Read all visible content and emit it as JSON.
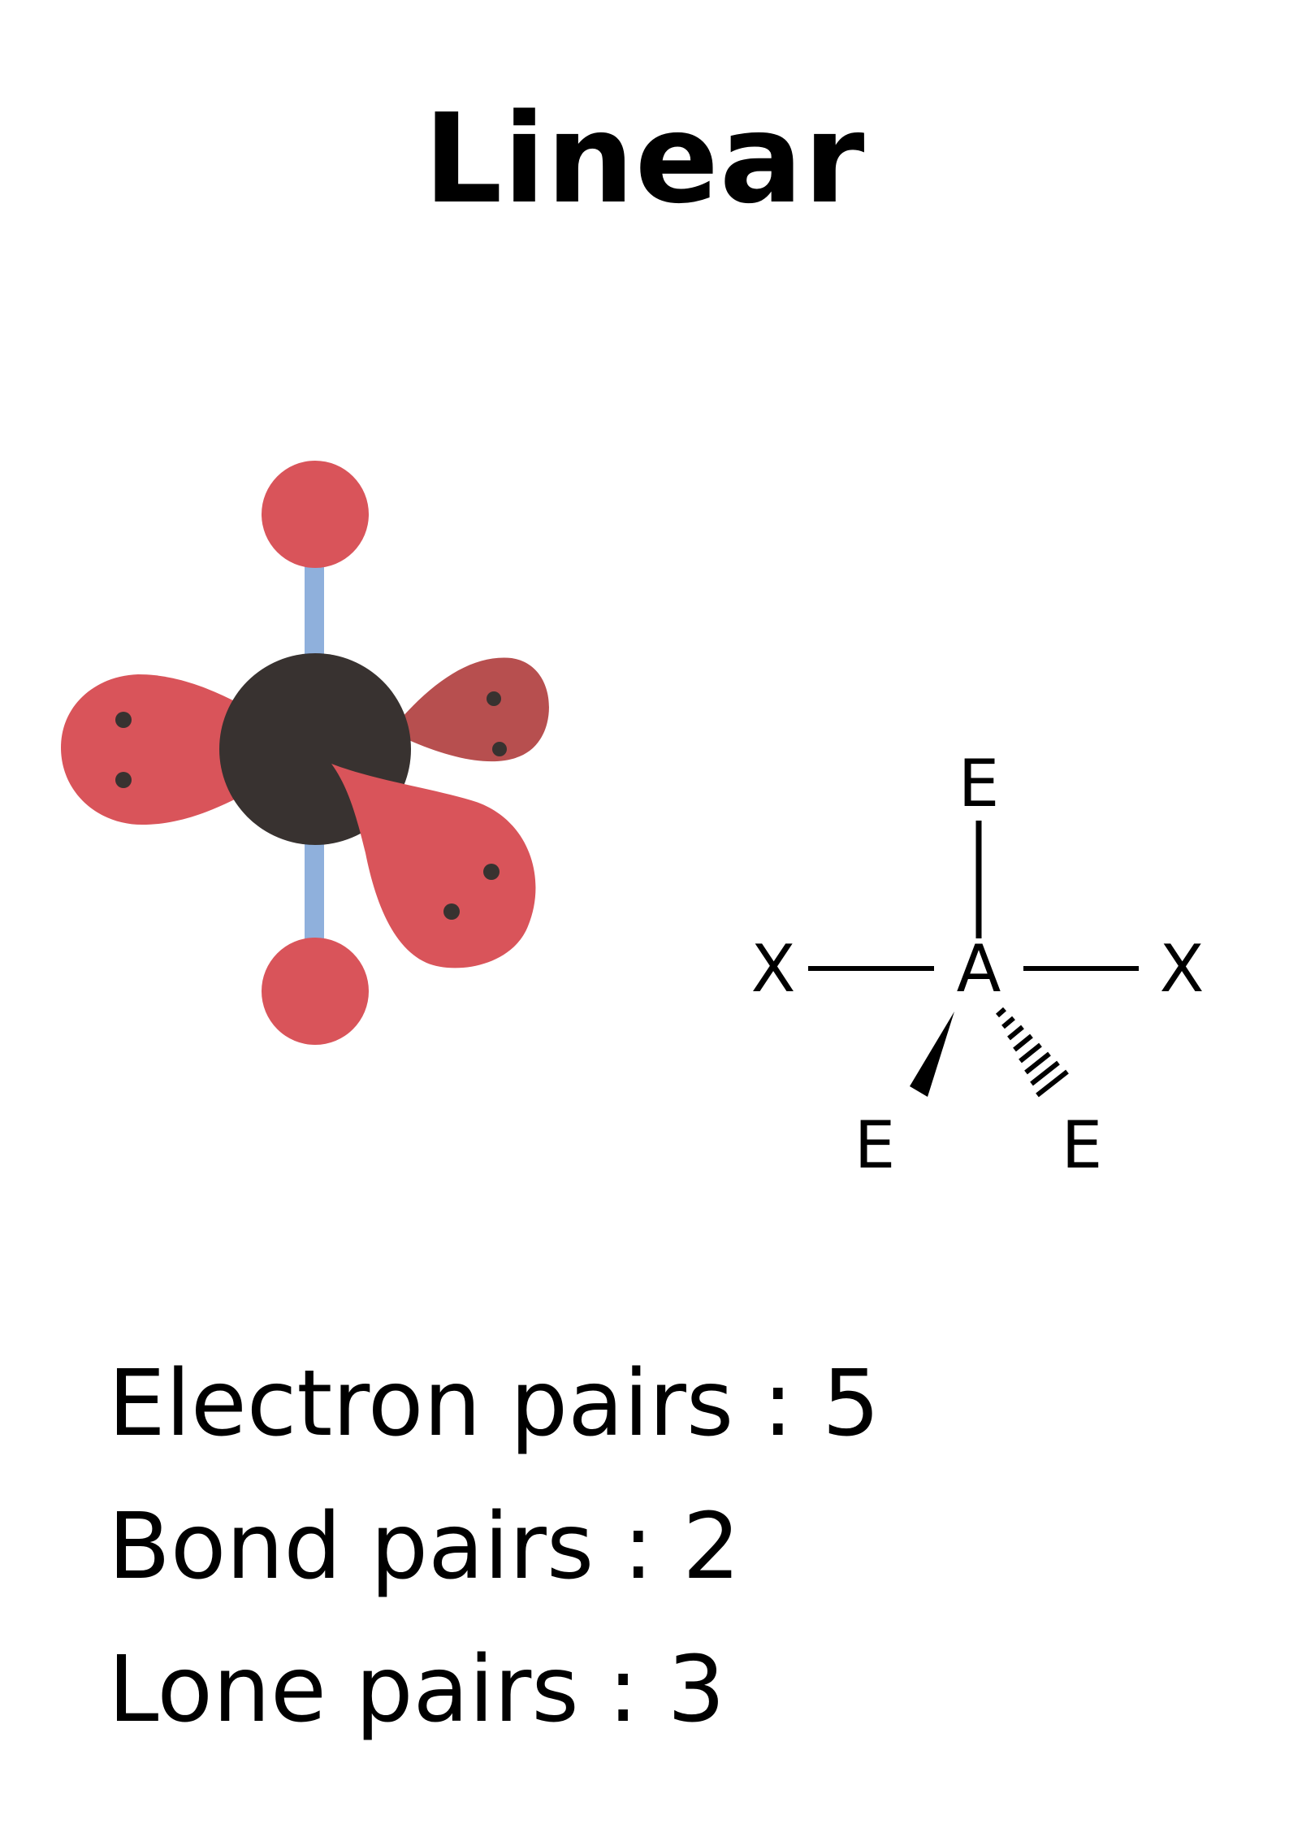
{
  "title": "Linear",
  "axe_notation": {
    "central_atom": "A",
    "bonded_atom_left": "X",
    "bonded_atom_right": "X",
    "lone_pair_top": "E",
    "lone_pair_wedge": "E",
    "lone_pair_hash": "E"
  },
  "info": [
    {
      "label": "Electron pairs",
      "separator": " : ",
      "value": "5"
    },
    {
      "label": "Bond pairs",
      "separator": " : ",
      "value": "2"
    },
    {
      "label": "Lone pairs",
      "separator": " : ",
      "value": "3"
    }
  ],
  "colors": {
    "central_atom": "#383230",
    "outer_atom": "#d9545a",
    "lone_pair_lobe": "#d9545a",
    "lone_pair_lobe_back": "#b74f4f",
    "bond": "#8fb0dc",
    "electron_dot": "#383230"
  }
}
